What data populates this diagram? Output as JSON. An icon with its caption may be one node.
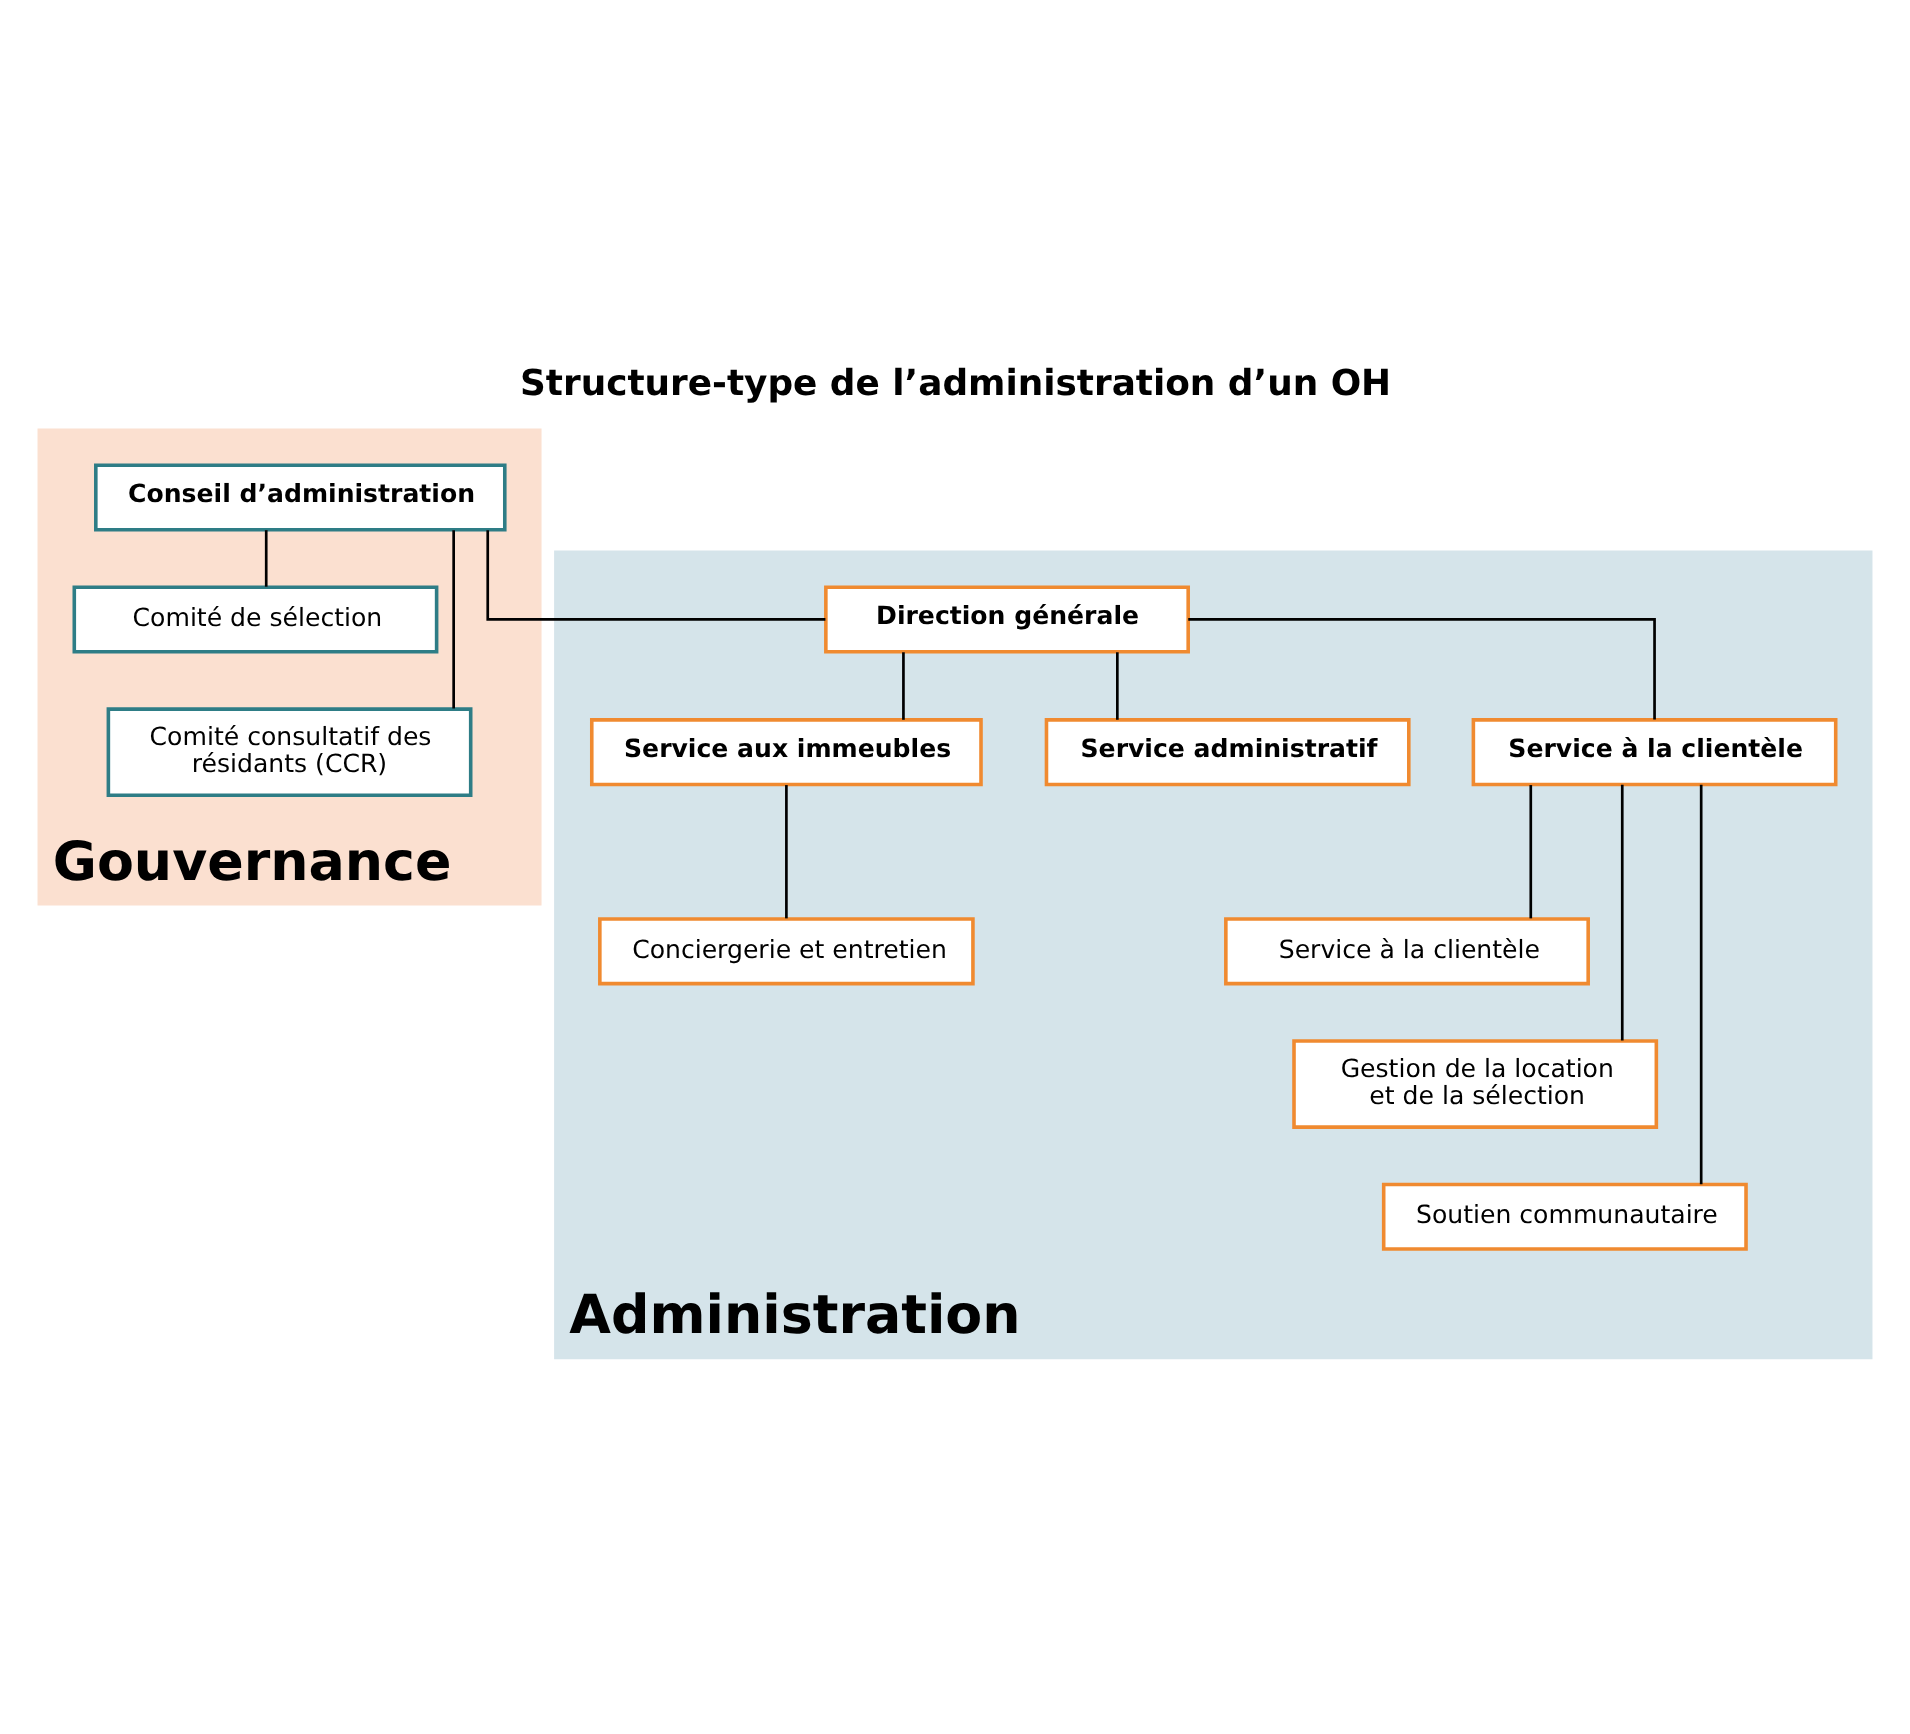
{
  "diagram": {
    "title": "Structure-type de l’administration d’un OH",
    "nodes": [
      {
        "text": [
          "Gouvernance"
        ]
      },
      {
        "text": [
          "Conseil d’administration"
        ],
        "in": 0
      },
      {
        "text": [
          "Comité de sélection"
        ],
        "in": 0
      },
      {
        "text": [
          "Comité consultatif des résidants (CCR)"
        ],
        "in": 0
      },
      {
        "text": [
          "Administration"
        ]
      },
      {
        "text": [
          "Direction générale"
        ],
        "in": 4
      },
      {
        "text": [
          "Service aux immeubles"
        ],
        "in": 4
      },
      {
        "text": [
          "Service administratif"
        ],
        "in": 4
      },
      {
        "text": [
          "Service à la clientèle"
        ],
        "in": 4
      },
      {
        "text": [
          "Conciergerie et entretien"
        ],
        "in": 4
      },
      {
        "text": [
          "Service à la clientèle"
        ],
        "in": 4
      },
      {
        "text": [
          "Gestion de la location et de la sélection"
        ],
        "in": 4
      },
      {
        "text": [
          "Soutien communautaire"
        ],
        "in": 4
      }
    ],
    "edges": [
      {
        "from": 1,
        "to": 2,
        "arrow": "none"
      },
      {
        "from": 1,
        "to": 3,
        "arrow": "none"
      },
      {
        "from": 1,
        "to": 5,
        "arrow": "none"
      },
      {
        "from": 5,
        "to": 6,
        "arrow": "none"
      },
      {
        "from": 5,
        "to": 7,
        "arrow": "none"
      },
      {
        "from": 5,
        "to": 8,
        "arrow": "none"
      },
      {
        "from": 6,
        "to": 9,
        "arrow": "none"
      },
      {
        "from": 8,
        "to": 10,
        "arrow": "none"
      },
      {
        "from": 8,
        "to": 11,
        "arrow": "none"
      },
      {
        "from": 8,
        "to": 12,
        "arrow": "none"
      }
    ]
  }
}
